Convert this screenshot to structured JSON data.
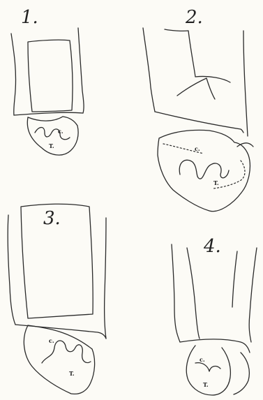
{
  "figures": [
    {
      "number": "1.",
      "labels": {
        "c": "c.",
        "t": "T."
      }
    },
    {
      "number": "2.",
      "labels": {
        "c": "c.",
        "t": "T."
      }
    },
    {
      "number": "3.",
      "labels": {
        "c": "c.",
        "t": "T."
      }
    },
    {
      "number": "4.",
      "labels": {
        "c": "c.",
        "t": "T."
      }
    }
  ]
}
